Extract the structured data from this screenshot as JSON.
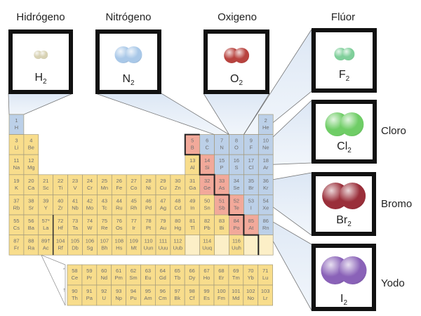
{
  "molecules": [
    {
      "name": "Hidrógeno",
      "symbol": "H",
      "subscript": "2",
      "color": "#d8d2b4"
    },
    {
      "name": "Nitrógeno",
      "symbol": "N",
      "subscript": "2",
      "color": "#a9c8e8"
    },
    {
      "name": "Oxigeno",
      "symbol": "O",
      "subscript": "2",
      "color": "#b8433f"
    },
    {
      "name": "Flúor",
      "symbol": "F",
      "subscript": "2",
      "color": "#7fcf9a"
    },
    {
      "name": "Cloro",
      "symbol": "Cl",
      "subscript": "2",
      "color": "#6fcd66"
    },
    {
      "name": "Bromo",
      "symbol": "Br",
      "subscript": "2",
      "color": "#9a2f3a"
    },
    {
      "name": "Yodo",
      "symbol": "I",
      "subscript": "2",
      "color": "#8a62b8"
    }
  ],
  "category_colors": {
    "nonmetal": "#bcd0e8",
    "metalloid": "#f2a99a",
    "metal": "#f8dd8c",
    "empty": "#fcefc7"
  },
  "elements": [
    [
      "1",
      "H",
      1,
      1,
      "n"
    ],
    [
      "2",
      "He",
      1,
      18,
      "n"
    ],
    [
      "3",
      "Li",
      2,
      1,
      "x"
    ],
    [
      "4",
      "Be",
      2,
      2,
      "x"
    ],
    [
      "5",
      "B",
      2,
      13,
      "m"
    ],
    [
      "6",
      "C",
      2,
      14,
      "n"
    ],
    [
      "7",
      "N",
      2,
      15,
      "n"
    ],
    [
      "8",
      "O",
      2,
      16,
      "n"
    ],
    [
      "9",
      "F",
      2,
      17,
      "n"
    ],
    [
      "10",
      "Ne",
      2,
      18,
      "n"
    ],
    [
      "11",
      "Na",
      3,
      1,
      "x"
    ],
    [
      "12",
      "Mg",
      3,
      2,
      "x"
    ],
    [
      "13",
      "Al",
      3,
      13,
      "x"
    ],
    [
      "14",
      "Si",
      3,
      14,
      "m"
    ],
    [
      "15",
      "P",
      3,
      15,
      "n"
    ],
    [
      "16",
      "S",
      3,
      16,
      "n"
    ],
    [
      "17",
      "Cl",
      3,
      17,
      "n"
    ],
    [
      "18",
      "Ar",
      3,
      18,
      "n"
    ],
    [
      "19",
      "K",
      4,
      1,
      "x"
    ],
    [
      "20",
      "Ca",
      4,
      2,
      "x"
    ],
    [
      "21",
      "Sc",
      4,
      3,
      "x"
    ],
    [
      "22",
      "Ti",
      4,
      4,
      "x"
    ],
    [
      "23",
      "V",
      4,
      5,
      "x"
    ],
    [
      "24",
      "Cr",
      4,
      6,
      "x"
    ],
    [
      "25",
      "Mn",
      4,
      7,
      "x"
    ],
    [
      "26",
      "Fe",
      4,
      8,
      "x"
    ],
    [
      "27",
      "Co",
      4,
      9,
      "x"
    ],
    [
      "28",
      "Ni",
      4,
      10,
      "x"
    ],
    [
      "29",
      "Cu",
      4,
      11,
      "x"
    ],
    [
      "30",
      "Zn",
      4,
      12,
      "x"
    ],
    [
      "31",
      "Ga",
      4,
      13,
      "x"
    ],
    [
      "32",
      "Ge",
      4,
      14,
      "m"
    ],
    [
      "33",
      "As",
      4,
      15,
      "m"
    ],
    [
      "34",
      "Se",
      4,
      16,
      "n"
    ],
    [
      "35",
      "Br",
      4,
      17,
      "n"
    ],
    [
      "36",
      "Kr",
      4,
      18,
      "n"
    ],
    [
      "37",
      "Rb",
      5,
      1,
      "x"
    ],
    [
      "38",
      "Sr",
      5,
      2,
      "x"
    ],
    [
      "39",
      "Y",
      5,
      3,
      "x"
    ],
    [
      "40",
      "Zr",
      5,
      4,
      "x"
    ],
    [
      "41",
      "Nb",
      5,
      5,
      "x"
    ],
    [
      "42",
      "Mo",
      5,
      6,
      "x"
    ],
    [
      "43",
      "Tc",
      5,
      7,
      "x"
    ],
    [
      "44",
      "Ru",
      5,
      8,
      "x"
    ],
    [
      "45",
      "Rh",
      5,
      9,
      "x"
    ],
    [
      "46",
      "Pd",
      5,
      10,
      "x"
    ],
    [
      "47",
      "Ag",
      5,
      11,
      "x"
    ],
    [
      "48",
      "Cd",
      5,
      12,
      "x"
    ],
    [
      "49",
      "In",
      5,
      13,
      "x"
    ],
    [
      "50",
      "Sn",
      5,
      14,
      "x"
    ],
    [
      "51",
      "Sb",
      5,
      15,
      "m"
    ],
    [
      "52",
      "Te",
      5,
      16,
      "m"
    ],
    [
      "53",
      "I",
      5,
      17,
      "n"
    ],
    [
      "54",
      "Xe",
      5,
      18,
      "n"
    ],
    [
      "55",
      "Cs",
      6,
      1,
      "x"
    ],
    [
      "56",
      "Ba",
      6,
      2,
      "x"
    ],
    [
      "57*",
      "La",
      6,
      3,
      "x"
    ],
    [
      "72",
      "Hf",
      6,
      4,
      "x"
    ],
    [
      "73",
      "Ta",
      6,
      5,
      "x"
    ],
    [
      "74",
      "W",
      6,
      6,
      "x"
    ],
    [
      "75",
      "Re",
      6,
      7,
      "x"
    ],
    [
      "76",
      "Os",
      6,
      8,
      "x"
    ],
    [
      "77",
      "Ir",
      6,
      9,
      "x"
    ],
    [
      "78",
      "Pt",
      6,
      10,
      "x"
    ],
    [
      "79",
      "Au",
      6,
      11,
      "x"
    ],
    [
      "80",
      "Hg",
      6,
      12,
      "x"
    ],
    [
      "81",
      "Tl",
      6,
      13,
      "x"
    ],
    [
      "82",
      "Pb",
      6,
      14,
      "x"
    ],
    [
      "83",
      "Bi",
      6,
      15,
      "x"
    ],
    [
      "84",
      "Po",
      6,
      16,
      "m"
    ],
    [
      "85",
      "At",
      6,
      17,
      "m"
    ],
    [
      "86",
      "Rn",
      6,
      18,
      "n"
    ],
    [
      "87",
      "Fr",
      7,
      1,
      "x"
    ],
    [
      "88",
      "Ra",
      7,
      2,
      "x"
    ],
    [
      "89†",
      "Ac",
      7,
      3,
      "x"
    ],
    [
      "104",
      "Rf",
      7,
      4,
      "x"
    ],
    [
      "105",
      "Db",
      7,
      5,
      "x"
    ],
    [
      "106",
      "Sg",
      7,
      6,
      "x"
    ],
    [
      "107",
      "Bh",
      7,
      7,
      "x"
    ],
    [
      "108",
      "Hs",
      7,
      8,
      "x"
    ],
    [
      "109",
      "Mt",
      7,
      9,
      "x"
    ],
    [
      "110",
      "Uun",
      7,
      10,
      "x"
    ],
    [
      "111",
      "Uuu",
      7,
      11,
      "x"
    ],
    [
      "112",
      "Uub",
      7,
      12,
      "x"
    ],
    [
      "114",
      "Uuq",
      7,
      14,
      "x"
    ],
    [
      "116",
      "Uuh",
      7,
      16,
      "x"
    ]
  ],
  "lanthanides": {
    "marker": "*",
    "items": [
      [
        "58",
        "Ce"
      ],
      [
        "59",
        "Pr"
      ],
      [
        "60",
        "Nd"
      ],
      [
        "61",
        "Pm"
      ],
      [
        "62",
        "Sm"
      ],
      [
        "63",
        "Eu"
      ],
      [
        "64",
        "Gd"
      ],
      [
        "65",
        "Tb"
      ],
      [
        "66",
        "Dy"
      ],
      [
        "67",
        "Ho"
      ],
      [
        "68",
        "Er"
      ],
      [
        "69",
        "Tm"
      ],
      [
        "70",
        "Yb"
      ],
      [
        "71",
        "Lu"
      ]
    ]
  },
  "actinides": {
    "marker": "†",
    "items": [
      [
        "90",
        "Th"
      ],
      [
        "91",
        "Pa"
      ],
      [
        "92",
        "U"
      ],
      [
        "93",
        "Np"
      ],
      [
        "94",
        "Pu"
      ],
      [
        "95",
        "Am"
      ],
      [
        "96",
        "Cm"
      ],
      [
        "97",
        "Bk"
      ],
      [
        "98",
        "Cf"
      ],
      [
        "99",
        "Es"
      ],
      [
        "100",
        "Fm"
      ],
      [
        "101",
        "Md"
      ],
      [
        "102",
        "No"
      ],
      [
        "103",
        "Lr"
      ]
    ]
  }
}
